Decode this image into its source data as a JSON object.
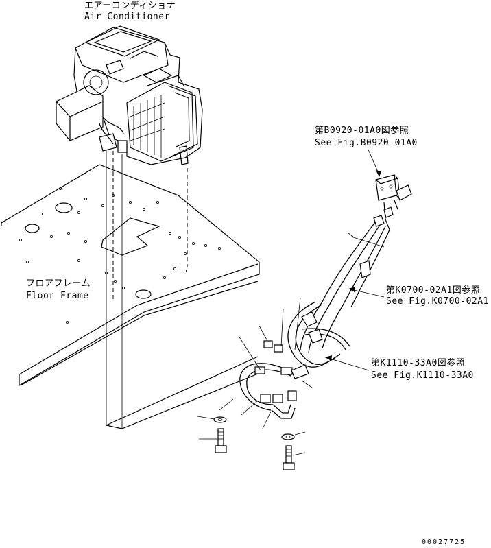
{
  "labels": {
    "air_conditioner_jp": "エアーコンディショナ",
    "air_conditioner_en": "Air Conditioner",
    "floor_frame_jp": "フロアフレーム",
    "floor_frame_en": "Floor Frame",
    "ref1_jp": "第B0920-01A0図参照",
    "ref1_en": "See Fig.B0920-01A0",
    "ref2_jp": "第K0700-02A1図参照",
    "ref2_en": "See Fig.K0700-02A1",
    "ref3_jp": "第K1110-33A0図参照",
    "ref3_en": "See Fig.K1110-33A0",
    "drawing_number": "00027725"
  }
}
